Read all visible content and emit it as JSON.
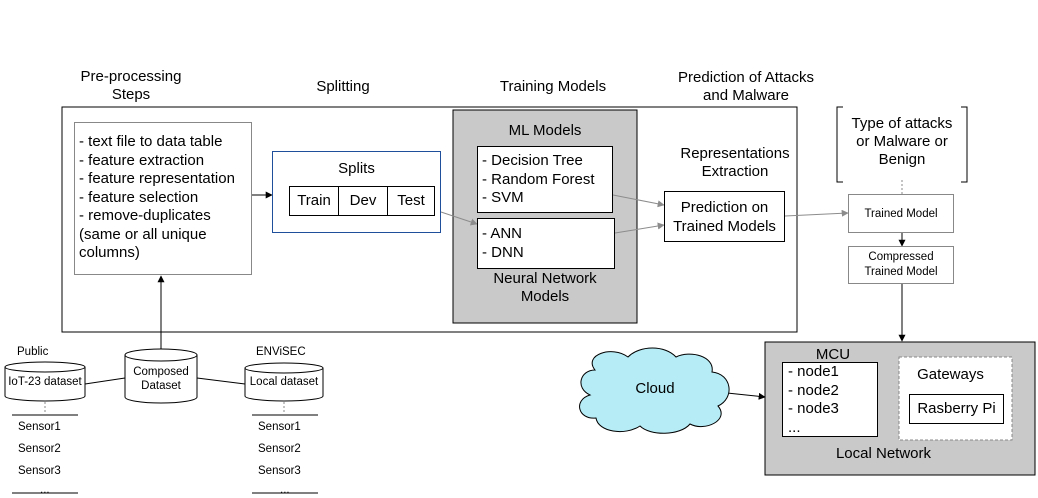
{
  "stages": {
    "preprocessing": "Pre-processing\nSteps",
    "splitting": "Splitting",
    "training": "Training Models",
    "prediction": "Prediction of Attacks\nand Malware"
  },
  "preprocessing_steps": [
    "- text file to data table",
    "- feature extraction",
    "- feature representation",
    "- feature selection",
    "- remove-duplicates",
    "(same or all unique",
    "columns)"
  ],
  "splits": {
    "title": "Splits",
    "items": [
      "Train",
      "Dev",
      "Test"
    ]
  },
  "ml_models": {
    "title": "ML Models",
    "items": [
      "- Decision Tree",
      "- Random Forest",
      "- SVM"
    ]
  },
  "nn_models": {
    "items": [
      "- ANN",
      "- DNN"
    ],
    "title": "Neural Network\nModels"
  },
  "representations": "Representations\nExtraction",
  "prediction_box": "Prediction on\nTrained Models",
  "output_type": "Type of attacks\nor Malware or\nBenign",
  "trained_model": "Trained Model",
  "compressed_model": "Compressed\nTrained Model",
  "datasets": {
    "public_label": "Public",
    "public_name": "IoT-23 dataset",
    "composed": "Composed\nDataset",
    "envisec_label": "ENViSEC",
    "local_name": "Local dataset"
  },
  "sensors_left": [
    "Sensor1",
    "Sensor2",
    "Sensor3",
    "..."
  ],
  "sensors_right": [
    "Sensor1",
    "Sensor2",
    "Sensor3",
    "..."
  ],
  "cloud": "Cloud",
  "local_network": {
    "title": "Local Network",
    "mcu_title": "MCU",
    "mcu_nodes": [
      "- node1",
      "- node2",
      "- node3",
      "..."
    ],
    "gateways_title": "Gateways",
    "gateway_device": "Rasberry Pi"
  },
  "colors": {
    "grey_panel": "#c9c9c9",
    "splits_border": "#1f4e9a",
    "cloud_fill": "#b6ecf6",
    "arrow_grey": "#8c8c8c"
  }
}
